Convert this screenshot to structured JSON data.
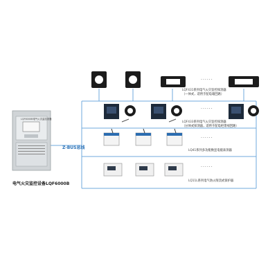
{
  "colors": {
    "bus": "#6fa8dc",
    "bus_label": "#2a72b8",
    "cabinet": "#cfd3d6",
    "device_dark": "#1a1a1a"
  },
  "controller": {
    "caption": "电气火灾监控设备LQF6000B",
    "panel_text": "LQF6000B电气火灾监控设备"
  },
  "bus": {
    "label": "Z-BUS总线"
  },
  "rows": [
    {
      "id": "transformer-row",
      "device_icon": "current-transformer-icon",
      "description_lines": []
    },
    {
      "id": "detector-panel-row",
      "device_icon": "panel-detector-icon",
      "description_lines": [
        "LQF431系列电气火灾监控探测器",
        "（一体式，适用于配电箱回路）"
      ]
    },
    {
      "id": "split-detector-row",
      "device_icon": "split-detector-icon",
      "description_lines": [
        "LQF433系列电气火灾监控探测器",
        "（分体式探测器，适用于配电柜馈线回路）"
      ]
    },
    {
      "id": "multi-loop-row",
      "device_icon": "din-module-icon",
      "description_lines": [
        "LQ41系列多功能数显电能表测器"
      ]
    },
    {
      "id": "protector-row",
      "device_icon": "din-meter-icon",
      "description_lines": [
        "LQ11L系列电气防火限流式保护器"
      ]
    }
  ],
  "ellipsis": "......"
}
